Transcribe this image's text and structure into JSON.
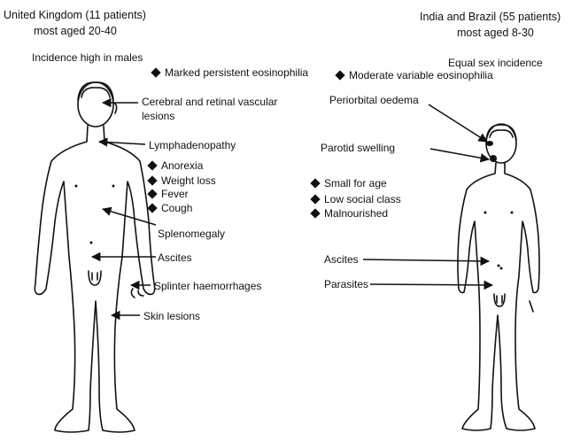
{
  "left": {
    "header_title": "United Kingdom (11 patients)",
    "header_age": "most aged 20-40",
    "incidence": "Incidence high in males",
    "eosinophilia": "Marked persistent eosinophilia",
    "cerebral_1": "Cerebral and retinal vascular",
    "cerebral_2": "lesions",
    "lymph": "Lymphadenopathy",
    "symptoms": [
      "Anorexia",
      "Weight loss",
      "Fever",
      "Cough"
    ],
    "splenomegaly": "Splenomegaly",
    "ascites": "Ascites",
    "splinter": "Splinter haemorrhages",
    "skin": "Skin lesions"
  },
  "right": {
    "header_title": "India and Brazil (55 patients)",
    "header_age": "most aged 8-30",
    "sex": "Equal sex incidence",
    "eosinophilia": "Moderate variable eosinophilia",
    "periorbital": "Periorbital oedema",
    "parotid": "Parotid swelling",
    "factors": [
      "Small for age",
      "Low social class",
      "Malnourished"
    ],
    "ascites": "Ascites",
    "parasites": "Parasites"
  },
  "colors": {
    "ink": "#111111",
    "background": "#ffffff"
  },
  "icons": {
    "bullet": "diamond-bullet-icon",
    "arrow": "arrow-icon"
  }
}
